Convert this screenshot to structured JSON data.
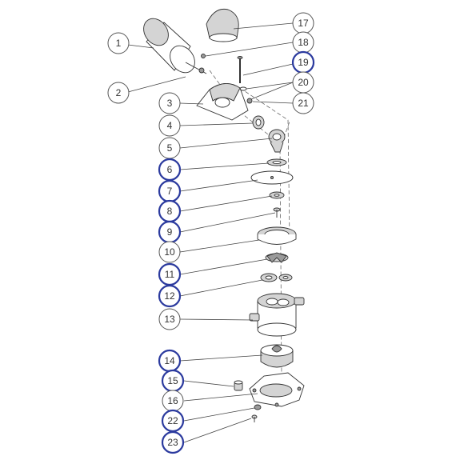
{
  "diagram": {
    "callouts": [
      {
        "id": "1",
        "highlight": false
      },
      {
        "id": "2",
        "highlight": false
      },
      {
        "id": "3",
        "highlight": false
      },
      {
        "id": "4",
        "highlight": false
      },
      {
        "id": "5",
        "highlight": false
      },
      {
        "id": "6",
        "highlight": true
      },
      {
        "id": "7",
        "highlight": true
      },
      {
        "id": "8",
        "highlight": true
      },
      {
        "id": "9",
        "highlight": true
      },
      {
        "id": "10",
        "highlight": false
      },
      {
        "id": "11",
        "highlight": true
      },
      {
        "id": "12",
        "highlight": true
      },
      {
        "id": "13",
        "highlight": false
      },
      {
        "id": "14",
        "highlight": true
      },
      {
        "id": "15",
        "highlight": true
      },
      {
        "id": "16",
        "highlight": false
      },
      {
        "id": "17",
        "highlight": false
      },
      {
        "id": "18",
        "highlight": false
      },
      {
        "id": "19",
        "highlight": true
      },
      {
        "id": "20",
        "highlight": false
      },
      {
        "id": "21",
        "highlight": false
      },
      {
        "id": "22",
        "highlight": true
      },
      {
        "id": "23",
        "highlight": true
      }
    ],
    "colors": {
      "highlight_ring": "#2b3a9e",
      "line": "#444444"
    }
  }
}
